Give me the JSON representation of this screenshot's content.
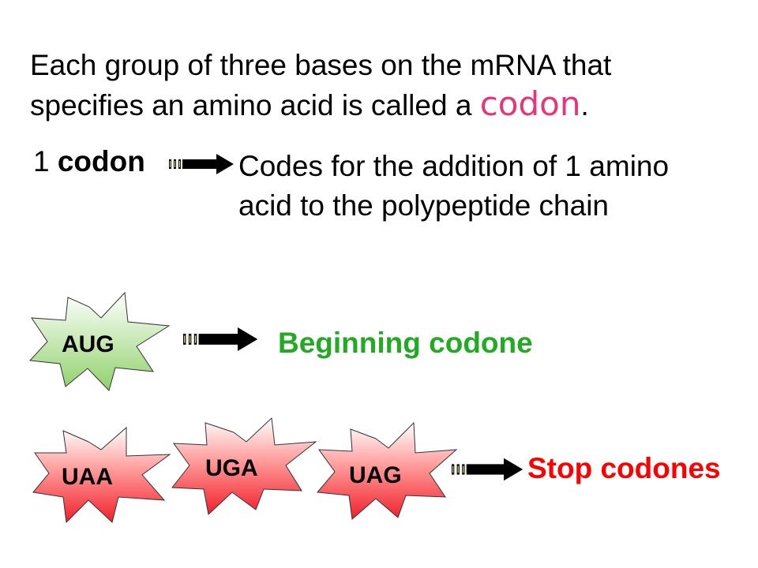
{
  "intro": {
    "text_before": "Each group of three bases on the mRNA that specifies an amino acid is called a ",
    "highlight": "codon",
    "text_after": "."
  },
  "one_codon": {
    "number": "1",
    "word": "codon"
  },
  "codes_for": "Codes for the addition of 1 amino acid to the polypeptide chain",
  "start": {
    "codon": "AUG",
    "label": "Beginning codone"
  },
  "stop": {
    "codons": [
      "UAA",
      "UGA",
      "UAG"
    ],
    "label": "Stop codones"
  },
  "colors": {
    "highlight": "#e8357a",
    "start_text": "#22aa22",
    "stop_text": "#ff0000",
    "green_star_fill_top": "#ffffff",
    "green_star_fill_bottom": "#8fd16a",
    "red_star_fill_top": "#ffffff",
    "red_star_fill_bottom": "#f0202a"
  }
}
